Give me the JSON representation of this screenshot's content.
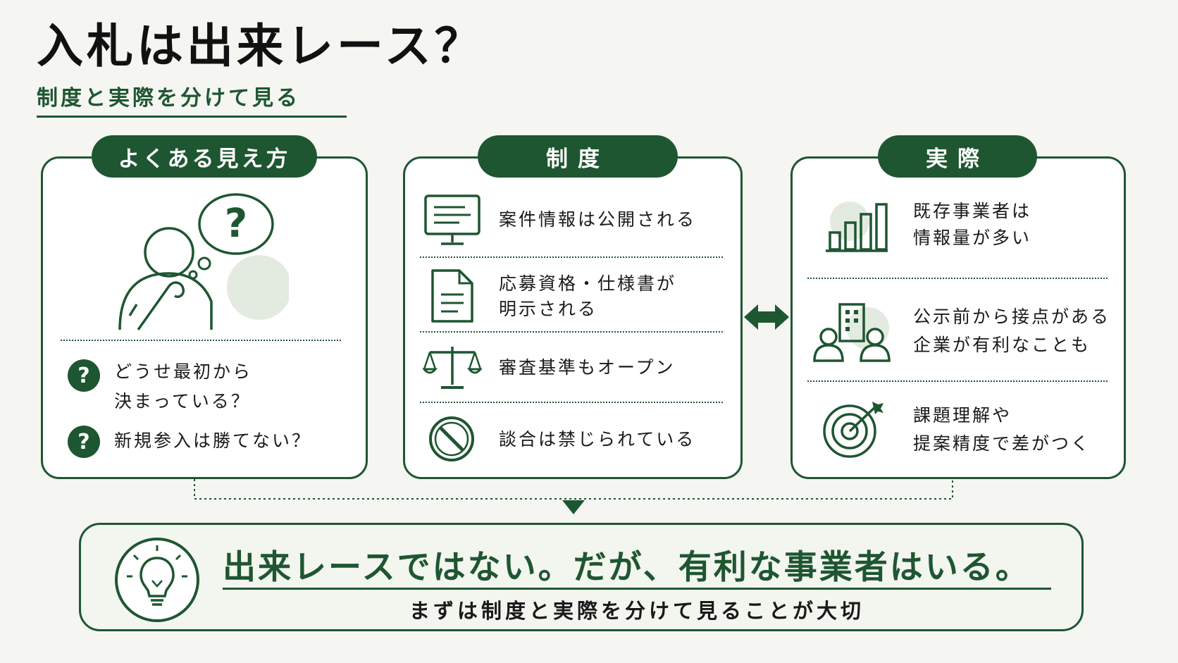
{
  "header": {
    "title": "入札は出来レース？",
    "subtitle": "制度と実際を分けて見る"
  },
  "panels": {
    "common_view": {
      "label": "よくある見え方",
      "thought_mark": "?",
      "items": [
        {
          "mark": "?",
          "line1": "どうせ最初から",
          "line2": "決まっている？"
        },
        {
          "mark": "?",
          "line1": "新規参入は勝てない？",
          "line2": ""
        }
      ]
    },
    "system": {
      "label": "制度",
      "items": [
        {
          "icon": "monitor-icon",
          "line1": "案件情報は公開される",
          "line2": ""
        },
        {
          "icon": "document-icon",
          "line1": "応募資格・仕様書が",
          "line2": "明示される"
        },
        {
          "icon": "scales-icon",
          "line1": "審査基準もオープン",
          "line2": ""
        },
        {
          "icon": "prohibited-icon",
          "line1": "談合は禁じられている",
          "line2": ""
        }
      ]
    },
    "reality": {
      "label": "実際",
      "items": [
        {
          "icon": "bar-chart-icon",
          "line1": "既存事業者は",
          "line2": "情報量が多い"
        },
        {
          "icon": "people-building-icon",
          "line1": "公示前から接点がある",
          "line2": "企業が有利なことも"
        },
        {
          "icon": "target-icon",
          "line1": "課題理解や",
          "line2": "提案精度で差がつく"
        }
      ]
    }
  },
  "conclusion": {
    "icon": "lightbulb-icon",
    "main": "出来レースではない。だが、有利な事業者はいる。",
    "sub": "まずは制度と実際を分けて見ることが大切"
  },
  "colors": {
    "accent": "#1e5631",
    "accent_light": "#e3eadf",
    "panel_bg": "#ffffff",
    "page_bg": "#f5f5f2"
  }
}
